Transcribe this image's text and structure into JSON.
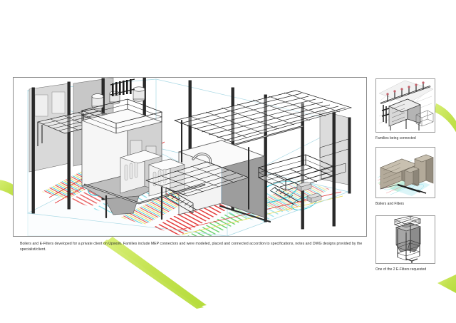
{
  "page": {
    "background_color": "#ffffff",
    "accent_green": "#c3e24f",
    "frame_border_color": "#8a8a8a"
  },
  "main_figure": {
    "name": "isometric-revit-render",
    "alt": "Isometric Revit render of an industrial plant with boilers, E-Filters, steel platforms, catwalks and a colorful MEP floor plan underlay",
    "palette": {
      "steel_dark": "#2b2b2b",
      "equipment_gray": "#9d9d9d",
      "equipment_light": "#e8e8e8",
      "underlay_cyan": "#29c4d6",
      "underlay_red": "#e02626",
      "underlay_green": "#35c23a",
      "underlay_yellow": "#e8d94a",
      "underlay_magenta": "#d63bb0"
    }
  },
  "main_caption": {
    "text": "Boilers and E-Filters developed for a private client on Upwork.  Families include MEP connectors and were modeled, placed and connected  accordion to specifications, notes and DWG designs provided by the specialist/client."
  },
  "thumbnails": [
    {
      "id": "families-being-connected",
      "caption": "Families being connected",
      "alt": "Close-up isometric view of piping families being connected between equipment"
    },
    {
      "id": "boilers-and-filters",
      "caption": "Boilers and Filters",
      "alt": "Isometric view of two boiler volumes and filter units over a colored floor plan"
    },
    {
      "id": "one-of-the-2-e-filters",
      "caption": "One of the 2 E-Filters requested",
      "alt": "Single E-Filter unit on a steel support frame with top access platform"
    }
  ]
}
